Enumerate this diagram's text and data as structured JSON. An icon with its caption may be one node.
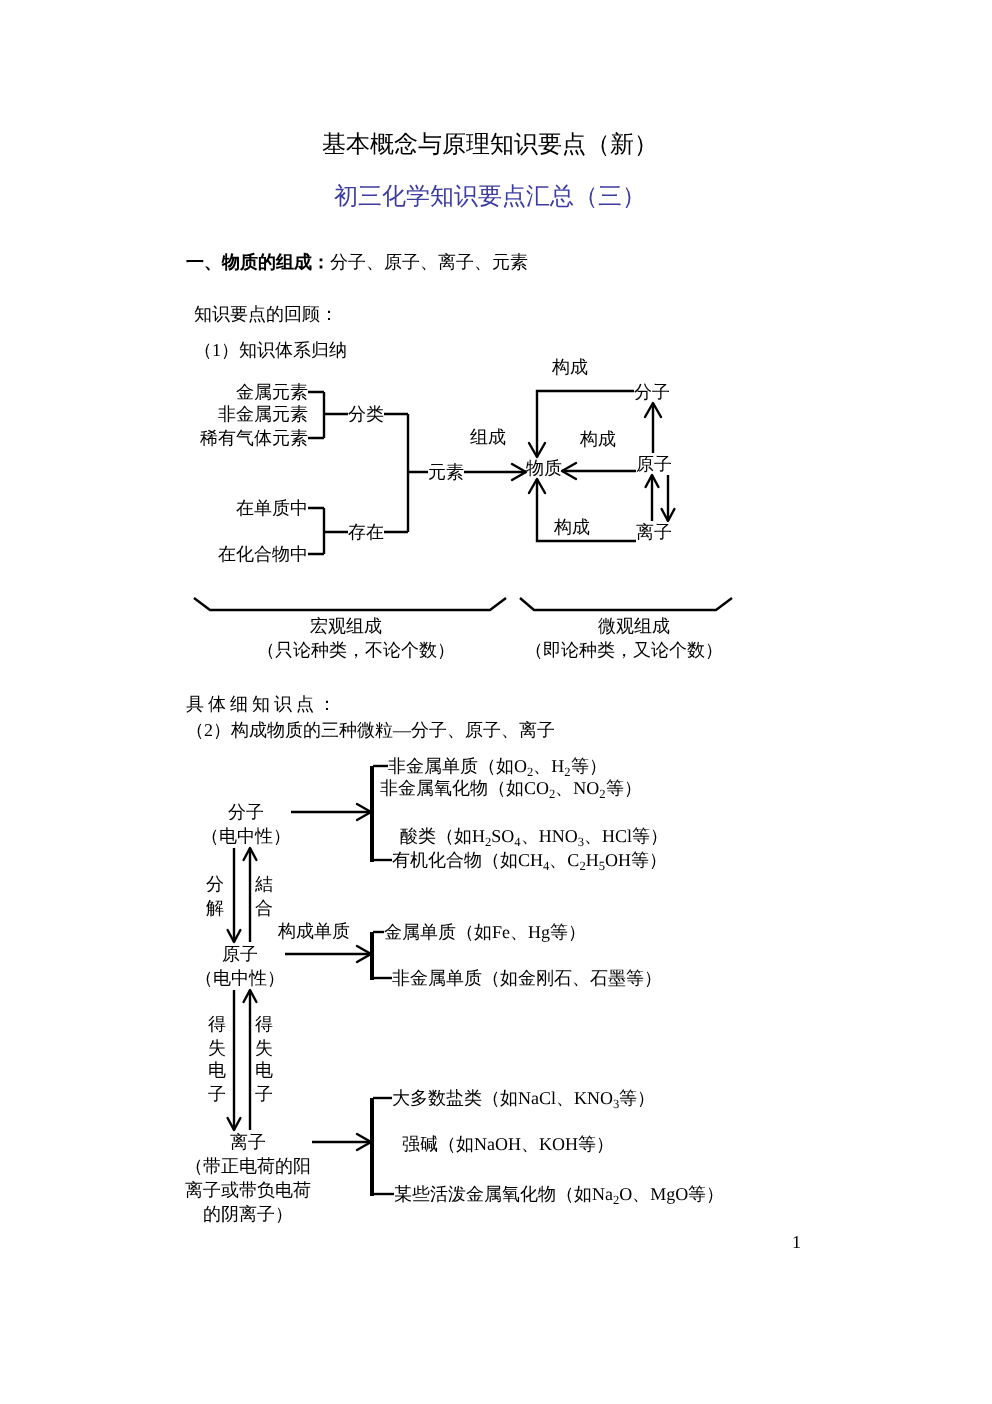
{
  "diagram": {
    "title": "基本概念与原理知识要点（新）",
    "nodes": [
      {
        "text": [
          "金属元素"
        ]
      },
      {
        "text": [
          "非金属元素"
        ]
      },
      {
        "text": [
          "稀有气体元素"
        ]
      },
      {
        "text": [
          "分类"
        ]
      },
      {
        "text": [
          "在单质中"
        ]
      },
      {
        "text": [
          "在化合物中"
        ]
      },
      {
        "text": [
          "存在"
        ]
      },
      {
        "text": [
          "元素"
        ]
      },
      {
        "text": [
          "物质"
        ]
      },
      {
        "text": [
          "分子"
        ]
      },
      {
        "text": [
          "原子"
        ]
      },
      {
        "text": [
          "离子"
        ]
      },
      {
        "text": [
          "分子",
          "（电中性）"
        ]
      },
      {
        "text": [],
        "shape": "bar"
      },
      {
        "text": [
          "非金属单质（如O$_{2}$、H$_{2}$等）"
        ]
      },
      {
        "text": [
          "非金属氧化物（如CO$_{2}$、NO$_{2}$等）"
        ]
      },
      {
        "text": [
          "酸类（如H$_{2}$SO$_{4}$、HNO$_{3}$、HCl等）"
        ]
      },
      {
        "text": [
          "有机化合物（如CH$_{4}$、C$_{2}$H$_{5}$OH等）"
        ]
      },
      {
        "text": [
          "原子",
          "（电中性）"
        ]
      },
      {
        "text": [],
        "shape": "bar"
      },
      {
        "text": [
          "金属单质（如Fe、Hg等）"
        ]
      },
      {
        "text": [
          "非金属单质（如金刚石、石墨等）"
        ]
      },
      {
        "text": [
          "离子",
          "（带正电荷的阳离子或带负电荷的阴离子）"
        ]
      },
      {
        "text": [],
        "shape": "bar"
      },
      {
        "text": [
          "大多数盐类（如NaCl、KNO$_{3}$等）"
        ]
      },
      {
        "text": [
          "强碱（如NaOH、KOH等）"
        ]
      },
      {
        "text": [
          "某些活泼金属氧化物（如Na$_{2}$O、MgO等）"
        ]
      }
    ],
    "edges": [
      {
        "from": 0,
        "to": 3,
        "arrow": "none"
      },
      {
        "from": 1,
        "to": 3,
        "arrow": "none"
      },
      {
        "from": 2,
        "to": 3,
        "arrow": "none"
      },
      {
        "from": 4,
        "to": 6,
        "arrow": "none"
      },
      {
        "from": 5,
        "to": 6,
        "arrow": "none"
      },
      {
        "from": 3,
        "to": 7,
        "arrow": "none"
      },
      {
        "from": 6,
        "to": 7,
        "arrow": "none"
      },
      {
        "from": 7,
        "to": 8,
        "arrow": "to",
        "label": "组成"
      },
      {
        "from": 9,
        "to": 8,
        "arrow": "to",
        "label": "构成"
      },
      {
        "from": 10,
        "to": 8,
        "arrow": "to",
        "label": "构成"
      },
      {
        "from": 11,
        "to": 8,
        "arrow": "to",
        "label": "构成"
      },
      {
        "from": 10,
        "to": 9,
        "arrow": "to"
      },
      {
        "from": 11,
        "to": 10,
        "arrow": "to"
      },
      {
        "from": 10,
        "to": 11,
        "arrow": "to"
      },
      {
        "from": 12,
        "to": 13,
        "arrow": "to"
      },
      {
        "from": 13,
        "to": 14,
        "arrow": "none"
      },
      {
        "from": 13,
        "to": 17,
        "arrow": "none"
      },
      {
        "from": 12,
        "to": 18,
        "arrow": "to",
        "label": "分解"
      },
      {
        "from": 18,
        "to": 12,
        "arrow": "to",
        "label": "結合"
      },
      {
        "from": 18,
        "to": 19,
        "arrow": "to",
        "label": "构成单质"
      },
      {
        "from": 19,
        "to": 20,
        "arrow": "none"
      },
      {
        "from": 19,
        "to": 21,
        "arrow": "none"
      },
      {
        "from": 18,
        "to": 22,
        "arrow": "to",
        "label": "得失电子"
      },
      {
        "from": 22,
        "to": 18,
        "arrow": "to",
        "label": "得失电子"
      },
      {
        "from": 22,
        "to": 23,
        "arrow": "to"
      },
      {
        "from": 23,
        "to": 24,
        "arrow": "none"
      },
      {
        "from": 23,
        "to": 26,
        "arrow": "none"
      }
    ],
    "labels": [
      "初三化学知识要点汇总（三）",
      "**一、物质的组成：**分子、原子、离子、元素",
      "知识要点的回顾：",
      "（1）知识体系归纳",
      "宏观组成",
      "（只论种类，不论个数）",
      "微观组成",
      "（即论种类，又论个数）",
      "具体细知识点：",
      "（2）构成物质的三种微粒—分子、原子、离子",
      "1"
    ]
  }
}
